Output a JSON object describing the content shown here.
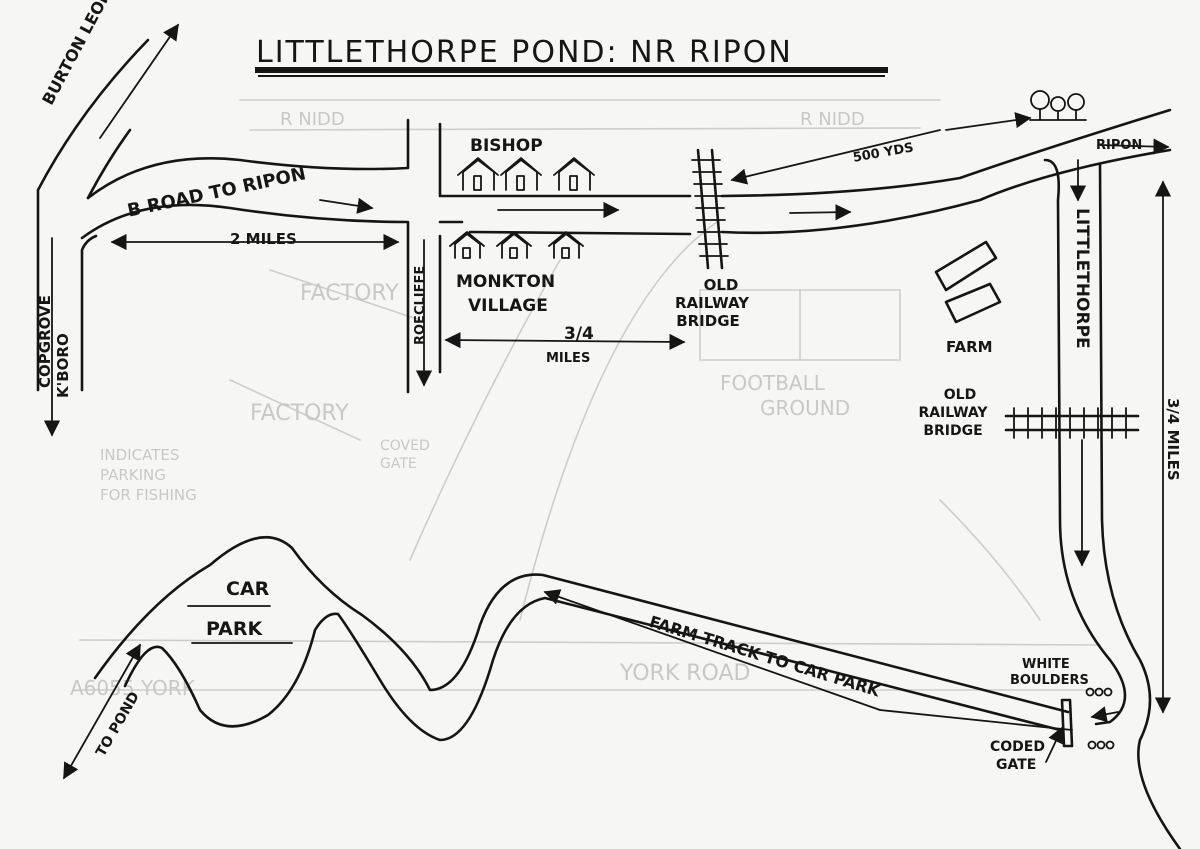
{
  "map": {
    "title": "Littlethorpe Pond: Nr Ripon",
    "labels": {
      "burton_leonard": "Burton Leonard",
      "b_road_to_ripon": "B Road to Ripon",
      "two_miles": "2 Miles",
      "copgrove": "Copgrove",
      "kboro": "K'boro",
      "bishop": "Bishop",
      "monkton_village_line1": "Monkton",
      "monkton_village_line2": "Village",
      "roecliffe": "Roecliffe",
      "three_quarter_miles_a": "3/4",
      "miles_a": "Miles",
      "old_railway_bridge_line1": "Old",
      "old_railway_bridge_line2": "Railway",
      "old_railway_bridge_line3": "Bridge",
      "five_hundred_yds": "500 yds",
      "ripon": "Ripon",
      "littlethorpe": "Littlethorpe",
      "farm": "Farm",
      "three_quarter_miles_b": "3/4 Miles",
      "car_park_line1": "Car",
      "car_park_line2": "Park",
      "to_pond": "To Pond",
      "farm_track": "Farm Track to Car Park",
      "white_boulders_line1": "White",
      "white_boulders_line2": "Boulders",
      "coded_gate_line1": "Coded",
      "coded_gate_line2": "Gate"
    },
    "ink_color": "#151515",
    "paper_color": "#f6f6f4"
  }
}
